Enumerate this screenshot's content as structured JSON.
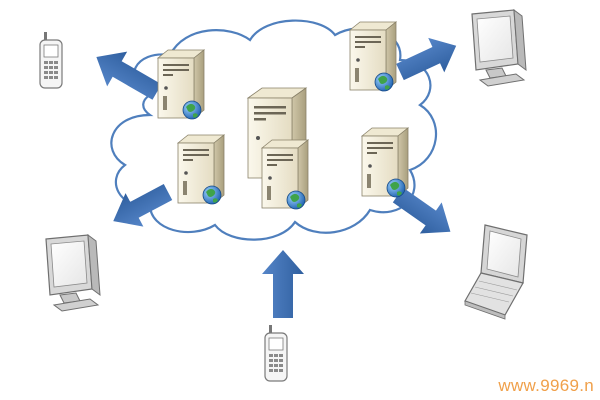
{
  "diagram": {
    "description_type": "cloud-network",
    "colors": {
      "arrow": "#3f6fb3",
      "cloud_stroke": "#4f7fbd",
      "server_light": "#f3eedc",
      "server_dark": "#b7ad8c",
      "globe": "#2a7fc8",
      "device_gray": "#9a9a9a"
    },
    "servers": [
      {
        "name": "server-top-left",
        "icon": "server-globe-icon"
      },
      {
        "name": "server-top-right",
        "icon": "server-globe-icon"
      },
      {
        "name": "server-center-tall",
        "icon": "server-icon"
      },
      {
        "name": "server-center-front",
        "icon": "server-globe-icon"
      },
      {
        "name": "server-mid-left",
        "icon": "server-globe-icon"
      },
      {
        "name": "server-mid-right",
        "icon": "server-globe-icon"
      }
    ],
    "devices": [
      {
        "name": "mobile-phone-top-left",
        "icon": "mobile-phone-icon"
      },
      {
        "name": "monitor-top-right",
        "icon": "monitor-icon"
      },
      {
        "name": "monitor-bottom-left",
        "icon": "monitor-icon"
      },
      {
        "name": "laptop-bottom-right",
        "icon": "laptop-icon"
      },
      {
        "name": "mobile-phone-bottom",
        "icon": "mobile-phone-icon"
      }
    ]
  },
  "watermark": "www.9969.n"
}
